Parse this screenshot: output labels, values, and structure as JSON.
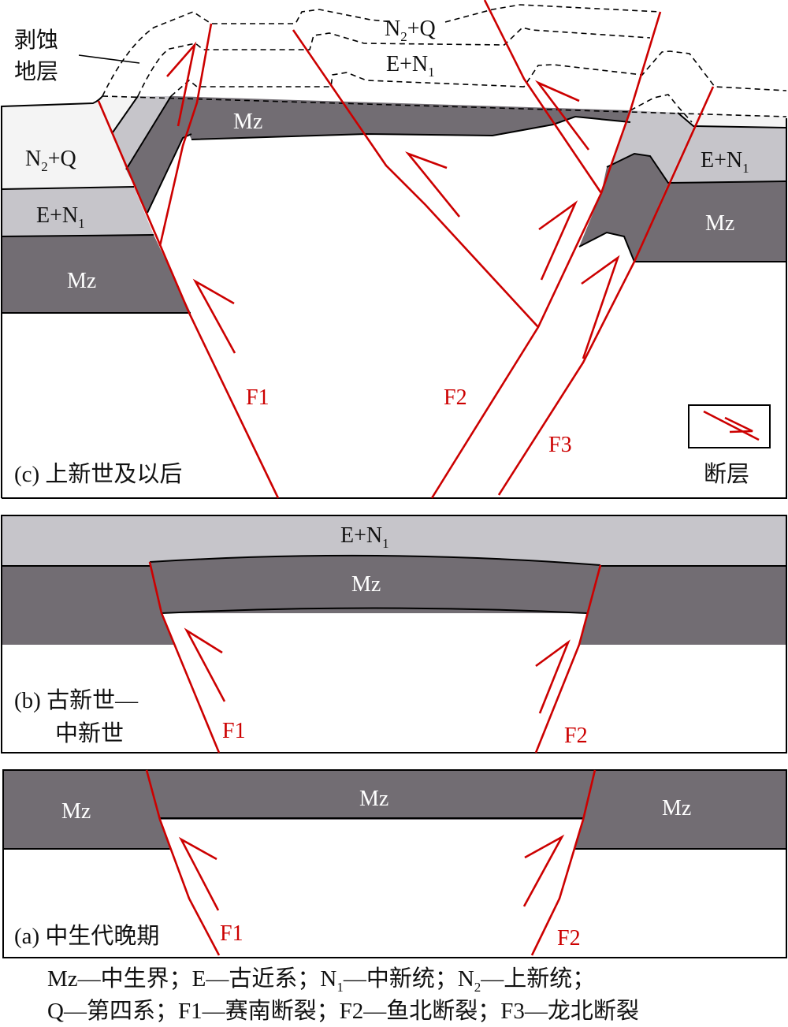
{
  "colors": {
    "mz": "#726d73",
    "e_n1": "#c6c5ca",
    "n2_q": "#f4f4f4",
    "fault": "#cc0000"
  },
  "panel_c": {
    "caption": "(c) 上新世及以后",
    "eroded_label_1": "剥蚀",
    "eroded_label_2": "地层",
    "layers": {
      "n2q_left": {
        "base": "N",
        "sub": "2",
        "rest": "+Q"
      },
      "en1_left": {
        "base": "E+N",
        "sub": "1"
      },
      "mz_left": "Mz",
      "mz_top": "Mz",
      "n2q_eroded": {
        "base": "N",
        "sub": "2",
        "rest": "+Q"
      },
      "en1_eroded": {
        "base": "E+N",
        "sub": "1"
      },
      "en1_right": {
        "base": "E+N",
        "sub": "1"
      },
      "mz_right": "Mz"
    },
    "faults": [
      "F1",
      "F2",
      "F3"
    ],
    "legend_label": "断层"
  },
  "panel_b": {
    "caption_1": "(b) 古新世—",
    "caption_2": "中新世",
    "en1": {
      "base": "E+N",
      "sub": "1"
    },
    "mz": "Mz",
    "faults": [
      "F1",
      "F2"
    ]
  },
  "panel_a": {
    "caption": "(a) 中生代晚期",
    "mz_left": "Mz",
    "mz_center": "Mz",
    "mz_right": "Mz",
    "faults": [
      "F1",
      "F2"
    ]
  },
  "footnote": {
    "line1": {
      "a": "Mz—中生界；E—古近系；N",
      "a_sub": "1",
      "b": "—中新统；N",
      "b_sub": "2",
      "c": "—上新统；"
    },
    "line2": "Q—第四系；F1—赛南断裂；F2—鱼北断裂；F3—龙北断裂"
  }
}
